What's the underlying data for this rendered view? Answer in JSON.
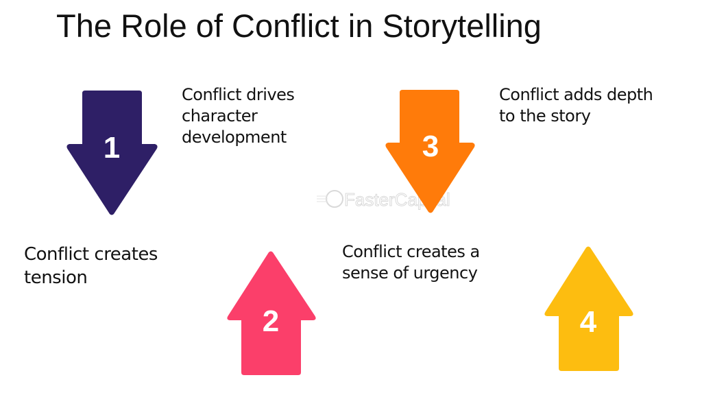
{
  "title": "The Role of Conflict in Storytelling",
  "watermark": "FasterCapital",
  "steps": [
    {
      "number": "1",
      "text": "Conflict creates tension",
      "direction": "down",
      "color": "#2e1f66"
    },
    {
      "number": "2",
      "text": "Conflict drives character development",
      "direction": "up",
      "color": "#fb3f6a"
    },
    {
      "number": "3",
      "text": "Conflict creates a sense of urgency",
      "direction": "down",
      "color": "#ff7b0a"
    },
    {
      "number": "4",
      "text": "Conflict adds depth to the story",
      "direction": "up",
      "color": "#fdbd10"
    }
  ],
  "labels": {
    "l1": "Conflict drives character development",
    "l2": "Conflict creates tension",
    "l3": "Conflict adds depth to the story",
    "l4": "Conflict creates a sense of urgency"
  }
}
